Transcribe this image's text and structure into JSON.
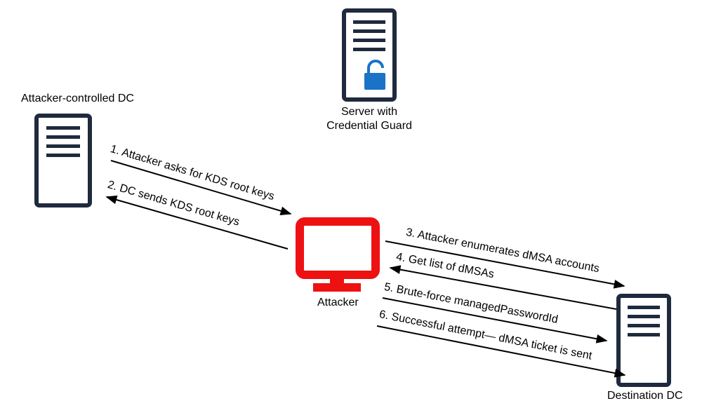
{
  "nodes": {
    "attacker_dc": {
      "label": "Attacker-controlled DC",
      "icon": "server-icon"
    },
    "credential_guard": {
      "label_line1": "Server with",
      "label_line2": "Credential Guard",
      "icon": "server-lock-icon"
    },
    "attacker": {
      "label": "Attacker",
      "icon": "monitor-icon"
    },
    "destination_dc": {
      "label": "Destination DC",
      "icon": "server-icon"
    }
  },
  "steps": [
    {
      "text": "1. Attacker asks for KDS root keys"
    },
    {
      "text": "2. DC sends KDS root  keys"
    },
    {
      "text": "3. Attacker enumerates dMSA accounts"
    },
    {
      "text": "4. Get list of dMSAs"
    },
    {
      "text": "5. Brute-force managedPasswordId"
    },
    {
      "text": "6. Successful attempt— dMSA ticket is sent"
    }
  ],
  "colors": {
    "server_outline": "#1f2a3d",
    "lock": "#1a73c7",
    "attacker": "#ee1111",
    "arrow": "#000000"
  }
}
